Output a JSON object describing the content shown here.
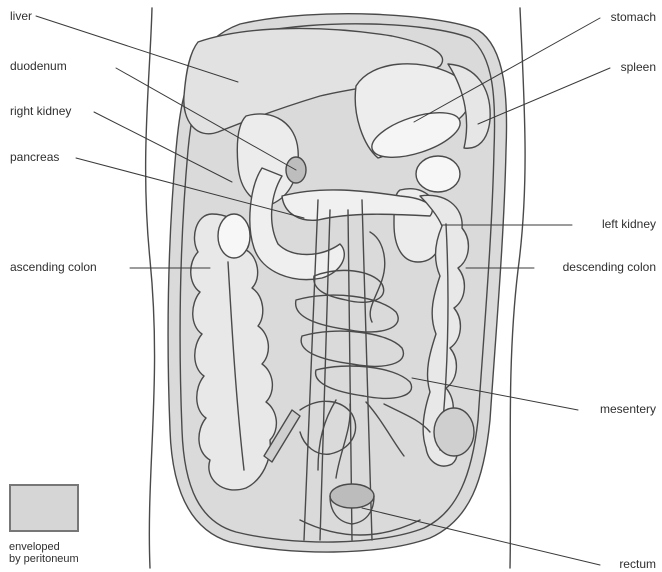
{
  "labels": {
    "liver": "liver",
    "duodenum": "duodenum",
    "right_kidney": "right kidney",
    "pancreas": "pancreas",
    "ascending_colon": "ascending colon",
    "stomach": "stomach",
    "spleen": "spleen",
    "left_kidney": "left kidney",
    "descending_colon": "descending colon",
    "mesentery": "mesentery",
    "rectum": "rectum"
  },
  "legend": {
    "line1": "enveloped",
    "line2": "by peritoneum",
    "swatch_color": "#d6d6d6"
  },
  "colors": {
    "stroke": "#4a4a4a",
    "peritoneum_fill": "#dadada",
    "background": "#ffffff"
  }
}
